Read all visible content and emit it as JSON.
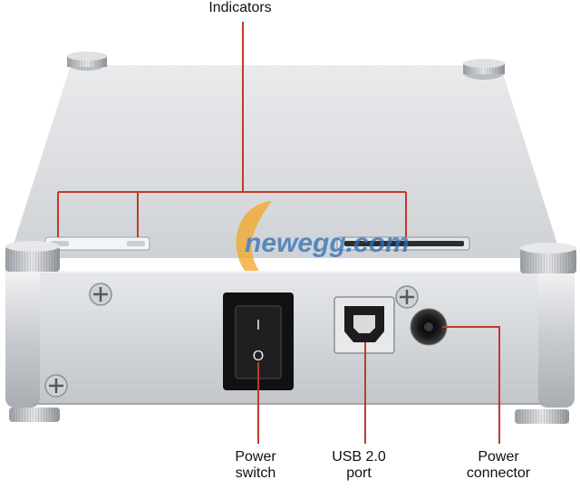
{
  "callouts": {
    "indicators": {
      "line1": "Indicators"
    },
    "power_switch": {
      "line1": "Power",
      "line2": "switch"
    },
    "usb_port": {
      "line1": "USB 2.0",
      "line2": "port"
    },
    "power_connector": {
      "line1": "Power",
      "line2": "connector"
    }
  },
  "watermark": {
    "text": "newegg.com"
  },
  "switch_symbols": {
    "on": "I",
    "off": "O"
  },
  "colors": {
    "callout_line": "#c0392b",
    "enclosure": "#d9dbdd",
    "switch": "#111111",
    "watermark_orange": "#f5a623",
    "watermark_blue": "#2e6fb7"
  }
}
